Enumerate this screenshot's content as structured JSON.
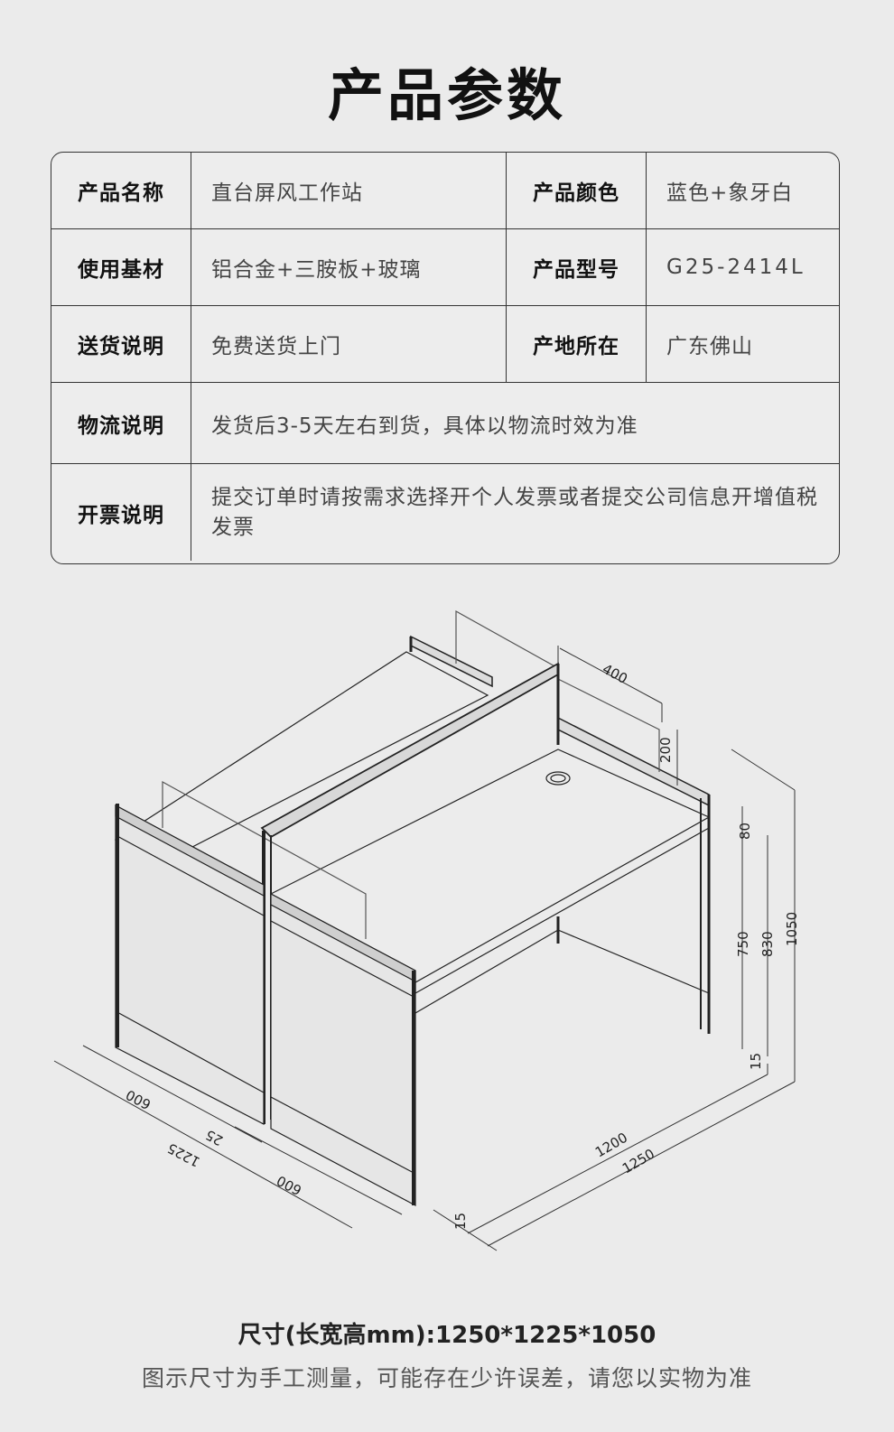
{
  "title": "产品参数",
  "specs": {
    "name_label": "产品名称",
    "name_value": "直台屏风工作站",
    "color_label": "产品颜色",
    "color_value": "蓝色+象牙白",
    "material_label": "使用基材",
    "material_value": "铝合金+三胺板+玻璃",
    "model_label": "产品型号",
    "model_value": "G25-2414L",
    "delivery_label": "送货说明",
    "delivery_value": "免费送货上门",
    "origin_label": "产地所在",
    "origin_value": "广东佛山",
    "logistics_label": "物流说明",
    "logistics_value": "发货后3-5天左右到货，具体以物流时效为准",
    "invoice_label": "开票说明",
    "invoice_value": "提交订单时请按需求选择开个人发票或者提交公司信息开增值税发票"
  },
  "drawing": {
    "dims": {
      "d400": "400",
      "d200": "200",
      "d80": "80",
      "d750": "750",
      "d830": "830",
      "d1050": "1050",
      "d15": "15",
      "d1200": "1200",
      "d1250": "1250",
      "d600a": "600",
      "d600b": "600",
      "d25": "25",
      "d1225": "1225",
      "d15b": "15"
    }
  },
  "footer": {
    "size_text": "尺寸(长宽高mm):1250*1225*1050",
    "note_text": "图示尺寸为手工测量，可能存在少许误差，请您以实物为准"
  }
}
